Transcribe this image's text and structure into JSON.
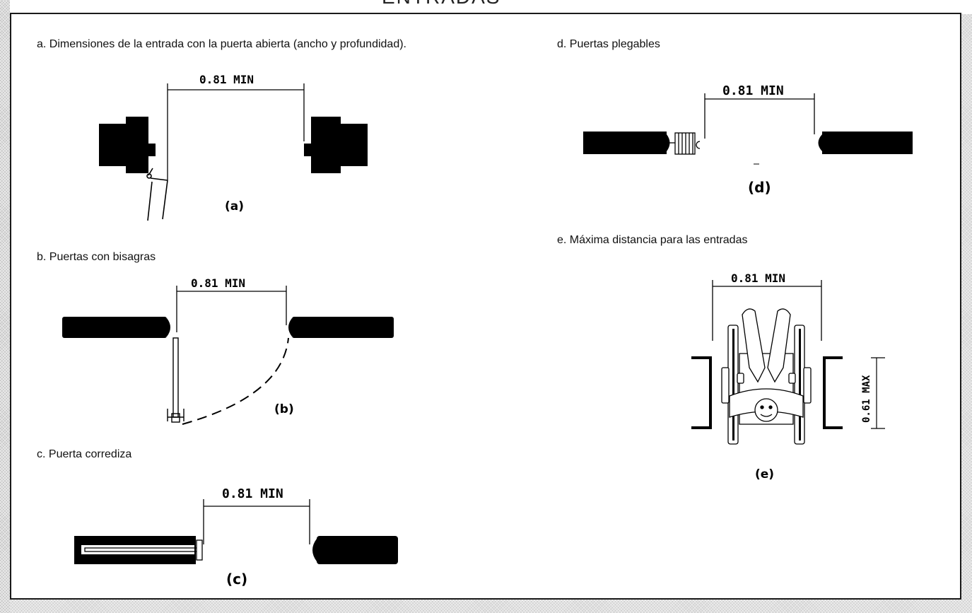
{
  "page": {
    "title_fragment": "ENTRADAS"
  },
  "captions": {
    "a": "a. Dimensiones de la entrada con la puerta abierta (ancho y profundidad).",
    "b": "b. Puertas con bisagras",
    "c": "c. Puerta corrediza",
    "d": "d. Puertas plegables",
    "e": "e. Máxima distancia para las entradas"
  },
  "dimensions": {
    "a_width": "0.81 MIN",
    "b_width": "0.81 MIN",
    "c_width": "0.81 MIN",
    "d_width": "0.81 MIN",
    "e_width": "0.81 MIN",
    "e_depth": "0.61 MAX"
  },
  "figure_labels": {
    "a": "(a)",
    "b": "(b)",
    "c": "(c)",
    "d": "(d)",
    "e": "(e)"
  },
  "colors": {
    "ink": "#000000",
    "frame": "#1a1a1a",
    "background": "#ffffff",
    "side_pattern": "#c8c8c8"
  }
}
